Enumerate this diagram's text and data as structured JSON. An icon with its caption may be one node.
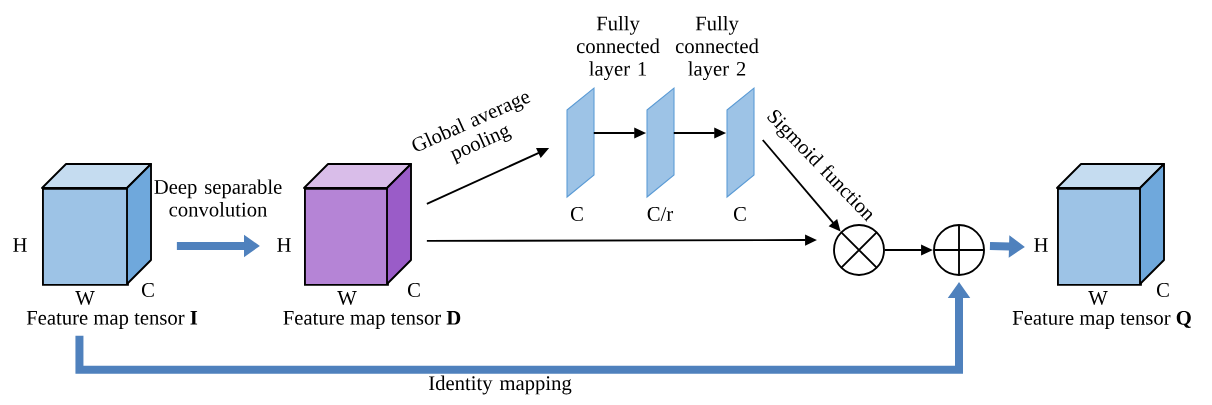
{
  "diagram": {
    "nodes": [
      {
        "text": [
          "Feature map tensor **I**"
        ],
        "beside": [
          "H",
          "W",
          "C"
        ]
      },
      {
        "text": [
          "Feature map tensor **D**"
        ],
        "beside": [
          "H",
          "W",
          "C"
        ]
      },
      {
        "text": [],
        "shape": "parallelogram",
        "beside": [
          "C"
        ]
      },
      {
        "text": [
          "Fully connected layer 1"
        ],
        "beside": [
          "C/r"
        ]
      },
      {
        "text": [
          "Fully connected layer 2"
        ],
        "beside": [
          "C"
        ]
      },
      {
        "text": [],
        "shape": "circle"
      },
      {
        "text": [],
        "shape": "circle"
      },
      {
        "text": [
          "Feature map tensor **Q**"
        ],
        "beside": [
          "H",
          "W",
          "C"
        ]
      }
    ],
    "edges": [
      {
        "from": 0,
        "to": 1,
        "arrow": "to",
        "label": "Deep separable convolution",
        "style": "thick",
        "color": "#4f81bd"
      },
      {
        "from": 1,
        "to": 2,
        "arrow": "to",
        "label": "Global average pooling"
      },
      {
        "from": 2,
        "to": 3,
        "arrow": "to"
      },
      {
        "from": 3,
        "to": 4,
        "arrow": "to"
      },
      {
        "from": 4,
        "to": 5,
        "arrow": "to",
        "label": "Sigmoid function"
      },
      {
        "from": 1,
        "to": 5,
        "arrow": "to"
      },
      {
        "from": 5,
        "to": 6,
        "arrow": "to"
      },
      {
        "from": 6,
        "to": 7,
        "arrow": "to",
        "style": "thick",
        "color": "#4f81bd"
      },
      {
        "from": 0,
        "to": 6,
        "arrow": "to",
        "label": "Identity mapping",
        "style": "thick",
        "color": "#4f81bd"
      }
    ]
  }
}
